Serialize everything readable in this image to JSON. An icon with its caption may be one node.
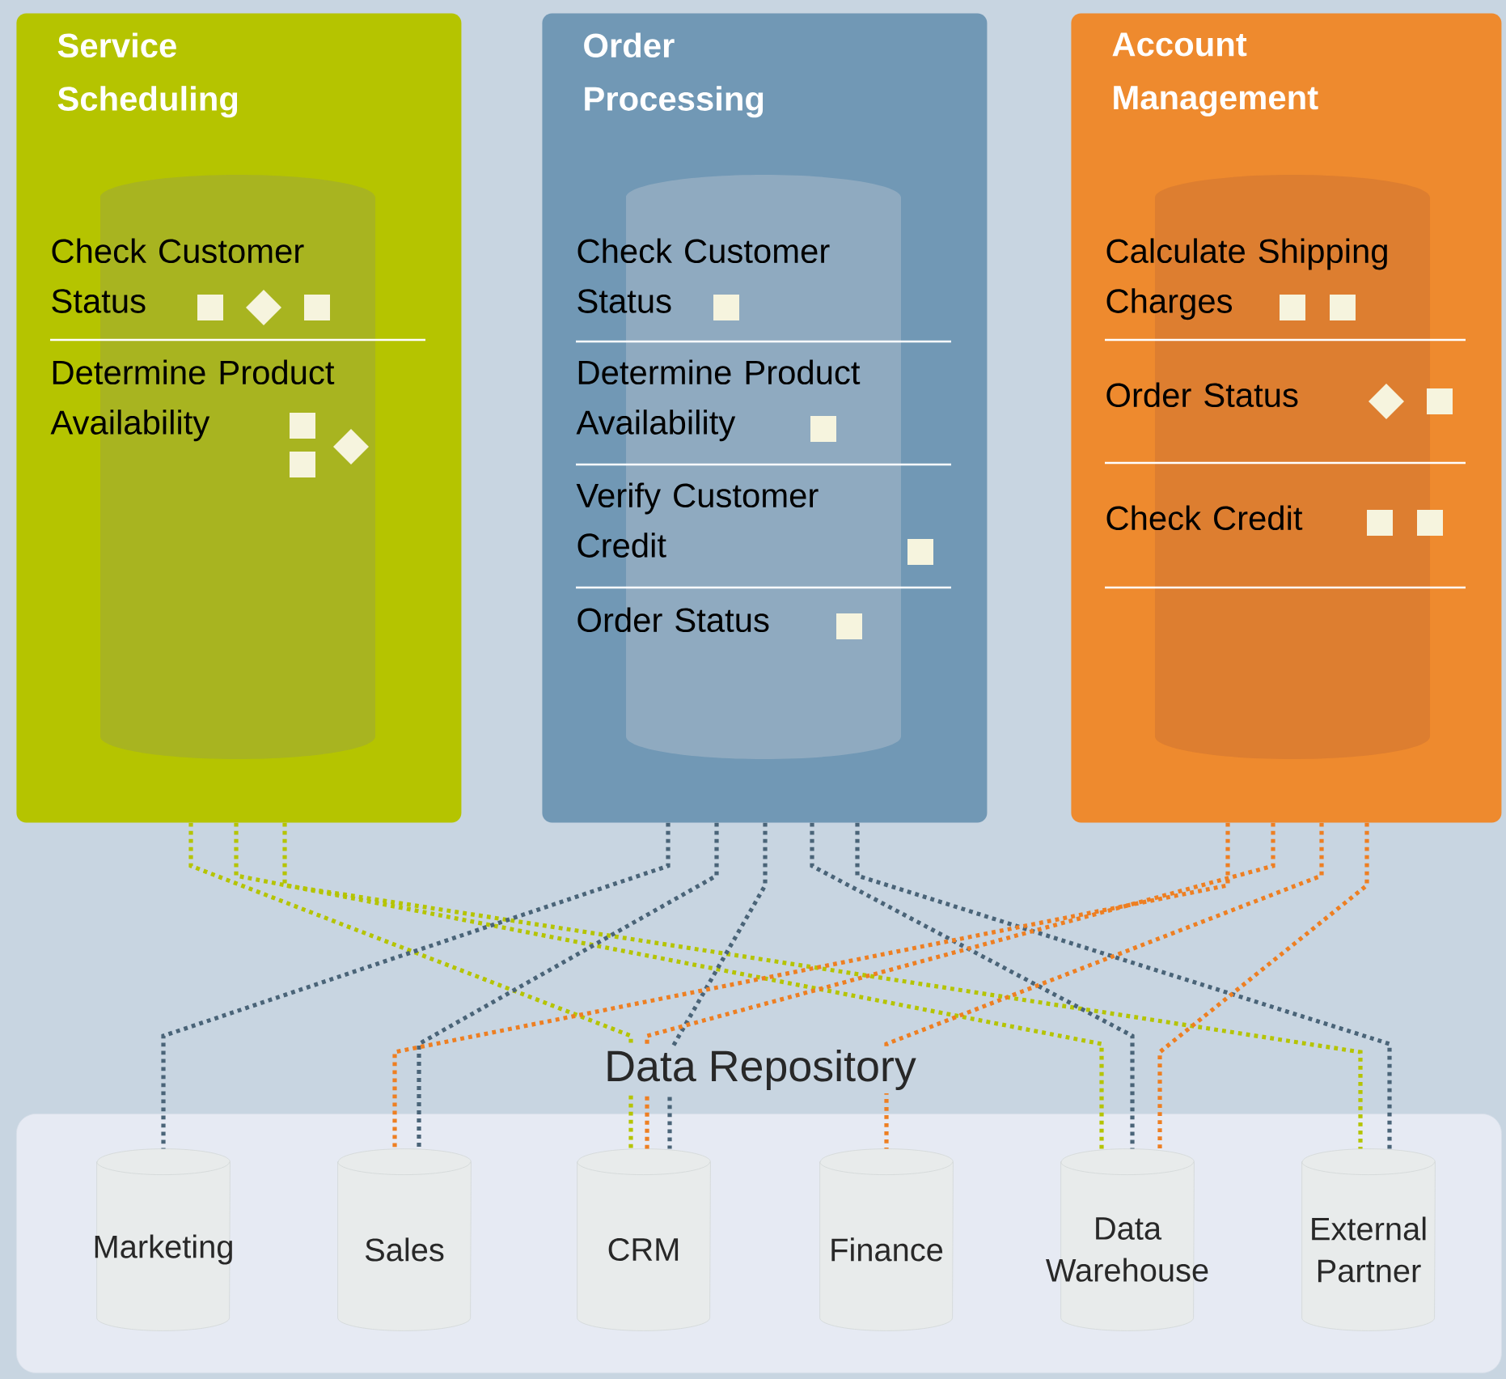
{
  "diagram": {
    "nodes": [
      {
        "text": [
          "Service Scheduling",
          "Check Customer Status",
          "Determine Product Availability"
        ]
      },
      {
        "text": [
          "Order Processing",
          "Check Customer Status",
          "Determine Product Availability",
          "Verify Customer Credit",
          "Order Status"
        ]
      },
      {
        "text": [
          "Account Management",
          "Calculate Shipping Charges",
          "Order Status",
          "Check Credit"
        ]
      },
      {
        "text": [
          "Data Repository"
        ]
      },
      {
        "text": [
          "Marketing"
        ],
        "in": 3
      },
      {
        "text": [
          "Sales"
        ],
        "in": 3
      },
      {
        "text": [
          "CRM"
        ],
        "in": 3
      },
      {
        "text": [
          "Finance"
        ],
        "in": 3
      },
      {
        "text": [
          "Data Warehouse"
        ],
        "in": 3
      },
      {
        "text": [
          "External Partner"
        ],
        "in": 3
      }
    ],
    "edges": [
      {
        "from": 0,
        "to": 6,
        "arrow": "none",
        "style": "dashed",
        "color": "#b5c400"
      },
      {
        "from": 0,
        "to": 8,
        "arrow": "none",
        "style": "dashed",
        "color": "#b5c400"
      },
      {
        "from": 0,
        "to": 9,
        "arrow": "none",
        "style": "dashed",
        "color": "#b5c400"
      },
      {
        "from": 1,
        "to": 4,
        "arrow": "none",
        "style": "dashed",
        "color": "#4a6478"
      },
      {
        "from": 1,
        "to": 5,
        "arrow": "none",
        "style": "dashed",
        "color": "#4a6478"
      },
      {
        "from": 1,
        "to": 6,
        "arrow": "none",
        "style": "dashed",
        "color": "#4a6478"
      },
      {
        "from": 1,
        "to": 8,
        "arrow": "none",
        "style": "dashed",
        "color": "#4a6478"
      },
      {
        "from": 1,
        "to": 9,
        "arrow": "none",
        "style": "dashed",
        "color": "#4a6478"
      },
      {
        "from": 2,
        "to": 5,
        "arrow": "none",
        "style": "dashed",
        "color": "#ee7f22"
      },
      {
        "from": 2,
        "to": 6,
        "arrow": "none",
        "style": "dashed",
        "color": "#ee7f22"
      },
      {
        "from": 2,
        "to": 7,
        "arrow": "none",
        "style": "dashed",
        "color": "#ee7f22"
      },
      {
        "from": 2,
        "to": 8,
        "arrow": "none",
        "style": "dashed",
        "color": "#ee7f22"
      }
    ]
  }
}
